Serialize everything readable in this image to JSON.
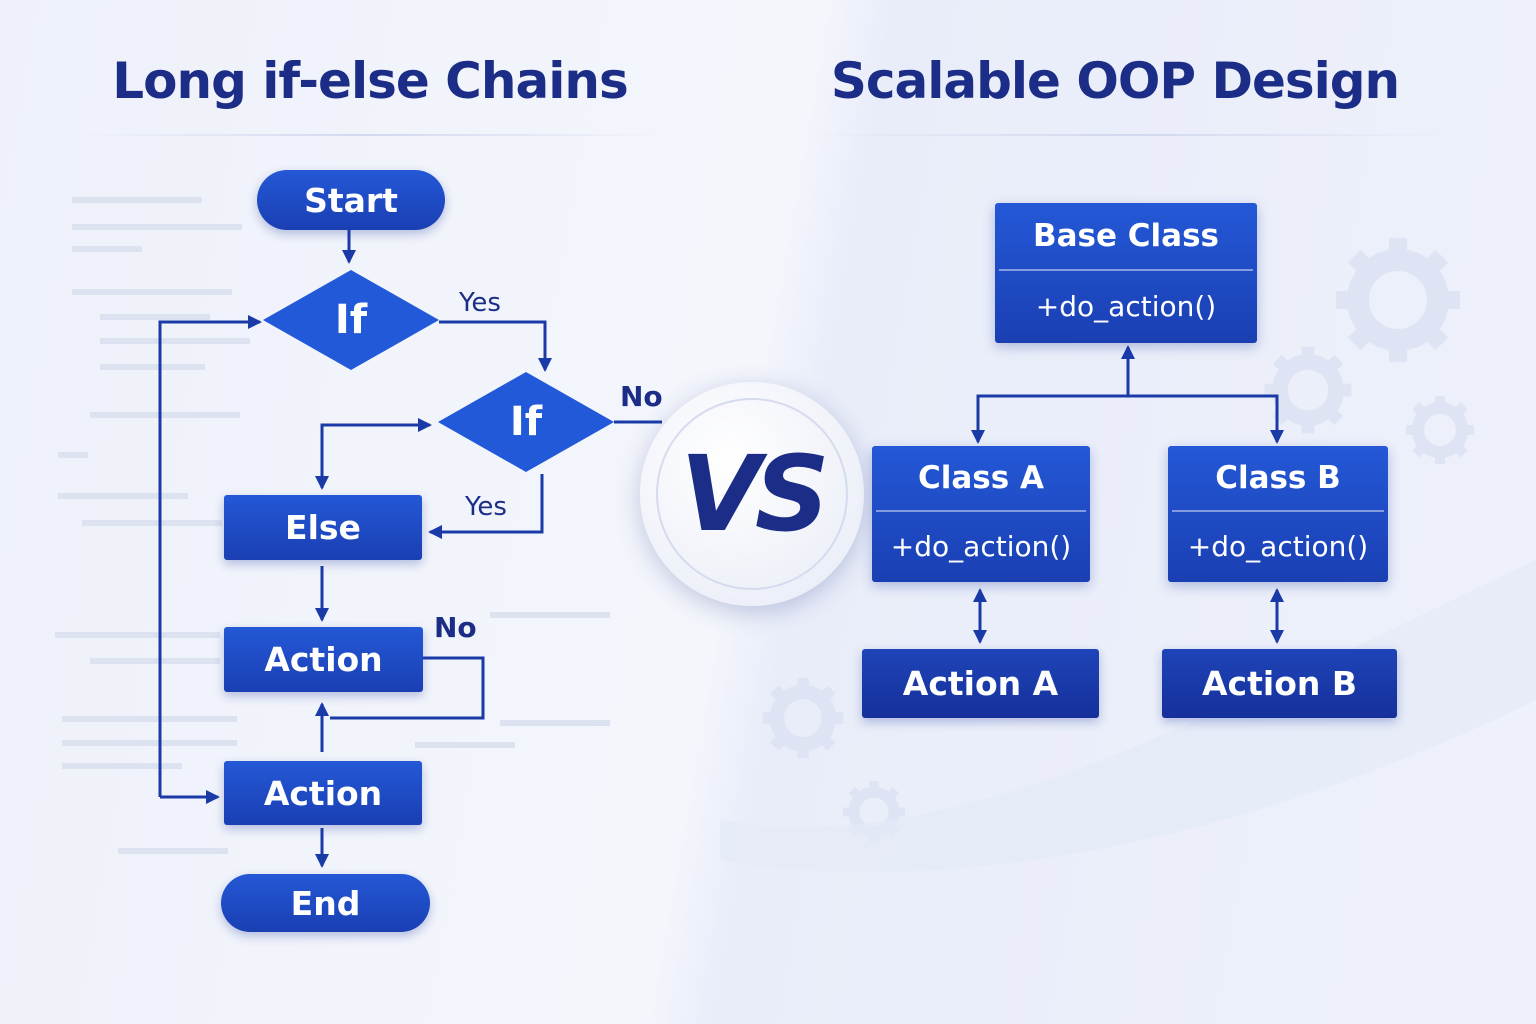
{
  "left": {
    "title": "Long if-else Chains",
    "start": "Start",
    "if1": "If",
    "if2": "If",
    "else": "Else",
    "action1": "Action",
    "action2": "Action",
    "end": "End",
    "labels": {
      "yes1": "Yes",
      "no1": "No",
      "yes2": "Yes",
      "no2": "No"
    }
  },
  "vs": "VS",
  "right": {
    "title": "Scalable OOP Design",
    "base_class": {
      "name": "Base Class",
      "method": "+do_action()"
    },
    "class_a": {
      "name": "Class A",
      "method": "+do_action()"
    },
    "class_b": {
      "name": "Class B",
      "method": "+do_action()"
    },
    "action_a": "Action A",
    "action_b": "Action B"
  },
  "colors": {
    "node": "#1f4fcc",
    "title": "#1b2d86",
    "line": "#1a3aa8",
    "background": "#eef1fa"
  }
}
